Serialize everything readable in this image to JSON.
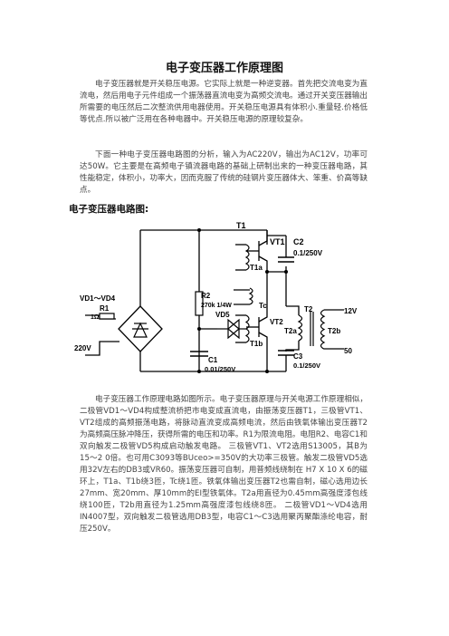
{
  "doc": {
    "title": "电子变压器工作原理图",
    "para1": "电子变压器就是开关稳压电源。它实际上就是一种逆变器。首先把交流电变为直流电，然后用电子元件组成一个振荡器直流电变为高频交流电。通过开关变压器输出所需要的电压然后二次整流供用电器使用。开关稳压电源具有体积小.重量轻.价格低等优点.所以被广泛用在各种电器中。开关稳压电源的原理较复杂。",
    "para2": "下面一种电子变压器电路图的分析，输入为AC220V，输出为AC12V，功率可达50W。它主要是在高频电子镇流器电路的基础上研制出来的一种变压器电路，其性能稳定，体积小，功率大，因而克服了传统的硅钢片变压器体大、笨重、价高等缺点。",
    "section_heading": "电子变压器电路图:",
    "para3": "电子变压器工作原理电路如图所示。电子变压器原理与开关电源工作原理相似，二极管VD1～VD4构成整流桥把市电变成直流电，由振荡变压器T1，三极管VT1、VT2组成的高频振荡电路，将脉动直流变成高频电流，然后由铁氧体输出变压器T2为高频高压脉冲降压，获得所需的电压和功率。R1为限流电阻。电阻R2、电容C1和双向触发二极管VD5构成启动触发电路。 三极管VT1、VT2选用S13005，其B为15～2 0倍。也可用C3093等BUceo>=350V的大功率三极管。触发二极管VD5选用32V左右的DB3或VR60。振荡变压器可自制，用普频线绕制在 H7 X 10 X 6的磁环上，T1a、T1b绕3匝，Tc绕1匝。铁氧体输出变压器T2也需自制，磁心选用边长27mm、宽20mm、厚10mm的EI型铁氧体。T2a用直径为0.45mm高强度漆包线绕100匝，T2b用直径为1.25mm高强度漆包线绕8匝。 二极管VD1～VD4选用 IN4007型，双向触发二极管选用DB3型，电容C1～C3选用聚丙聚酯涤纶电容，耐压250V。"
  },
  "circuit": {
    "labels": {
      "T1": "T1",
      "VT1": "VT1",
      "C2": "C2",
      "C2_val": "0.1/250V",
      "T1a": "T1a",
      "R2": "R2",
      "R2_val": "270k 1/4W",
      "VD1_4": "VD1～VD4",
      "R1": "R1",
      "R1_val": "1Ω",
      "Tc": "Tc",
      "VD5": "VD5",
      "T2": "T2",
      "V12": "12V",
      "VT2": "VT2",
      "T2a": "T2a",
      "T2b": "T2b",
      "V220": "220V",
      "C1": "C1",
      "C1_val": "0.01/250V",
      "C3": "C3",
      "C3_val": "0.1/250V",
      "T1b": "T1b",
      "V50": "50"
    }
  }
}
